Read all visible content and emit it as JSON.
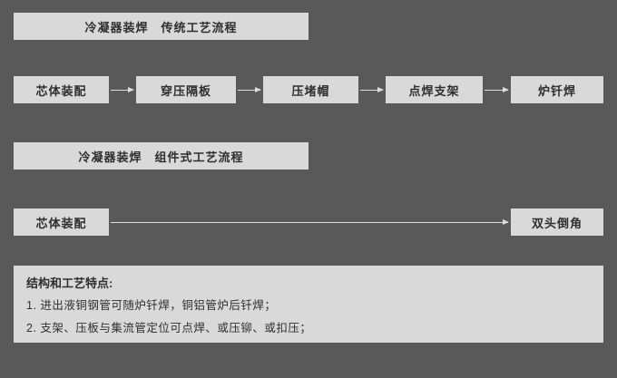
{
  "colors": {
    "background": "#595959",
    "box_background": "#d9d9d9",
    "box_text": "#2f2f2f",
    "arrow": "#dcdcdc"
  },
  "flow_traditional": {
    "title": "冷凝器装焊　传统工艺流程",
    "steps": [
      {
        "label": "芯体装配"
      },
      {
        "label": "穿压隔板"
      },
      {
        "label": "压堵帽"
      },
      {
        "label": "点焊支架"
      },
      {
        "label": "炉钎焊"
      }
    ]
  },
  "flow_modular": {
    "title": "冷凝器装焊　组件式工艺流程",
    "steps": [
      {
        "label": "芯体装配"
      },
      {
        "label": "双头倒角"
      }
    ]
  },
  "notes": {
    "title": "结构和工艺特点:",
    "items": [
      "1. 进出液铜钢管可随炉钎焊，铜铝管炉后钎焊；",
      "2. 支架、压板与集流管定位可点焊、或压铆、或扣压；"
    ]
  }
}
